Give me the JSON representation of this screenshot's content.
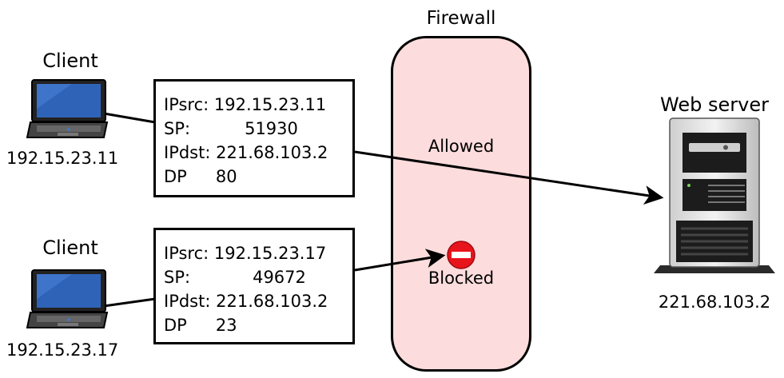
{
  "firewall": {
    "title": "Firewall",
    "allowed_label": "Allowed",
    "blocked_label": "Blocked"
  },
  "clients": [
    {
      "label": "Client",
      "ip": "192.15.23.11",
      "packet": {
        "ipsrc_key": "IPsrc:",
        "ipsrc_val": "192.15.23.11",
        "sp_key": "SP:",
        "sp_val": "51930",
        "ipdst_key": "IPdst:",
        "ipdst_val": "221.68.103.2",
        "dp_key": "DP",
        "dp_val": "80"
      }
    },
    {
      "label": "Client",
      "ip": "192.15.23.17",
      "packet": {
        "ipsrc_key": "IPsrc:",
        "ipsrc_val": "192.15.23.17",
        "sp_key": "SP:",
        "sp_val": "49672",
        "ipdst_key": "IPdst:",
        "ipdst_val": "221.68.103.2",
        "dp_key": "DP",
        "dp_val": "23"
      }
    }
  ],
  "server": {
    "label": "Web server",
    "ip": "221.68.103.2"
  },
  "icons": {
    "client": "laptop-icon",
    "server": "server-tower-icon",
    "blocked": "no-entry-icon"
  },
  "colors": {
    "firewall_fill": "#fcdcdc",
    "blocked_icon": "#e8141c",
    "laptop_screen": "#2f63b8"
  }
}
